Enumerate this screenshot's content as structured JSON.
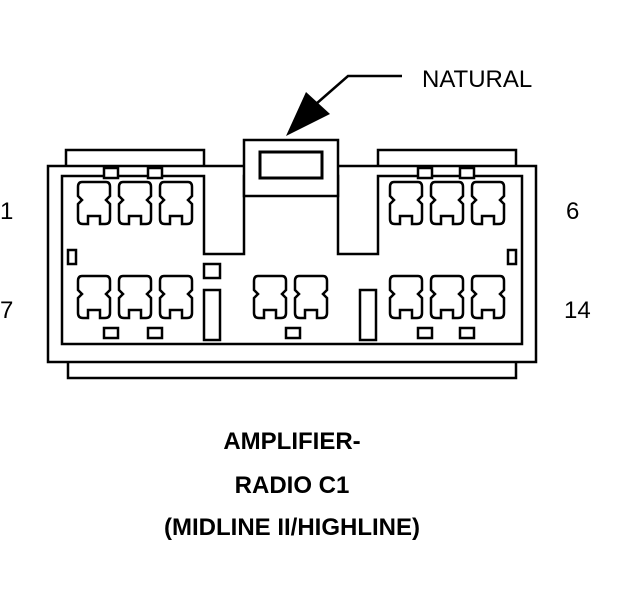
{
  "callout": {
    "text": "NATURAL"
  },
  "pin_labels": {
    "top_left": "1",
    "top_right": "6",
    "bottom_left": "7",
    "bottom_right": "14"
  },
  "caption": {
    "line1": "AMPLIFIER-",
    "line2": "RADIO C1",
    "line3": "(MIDLINE II/HIGHLINE)"
  },
  "colors": {
    "ink": "#000000",
    "background": "#ffffff"
  }
}
